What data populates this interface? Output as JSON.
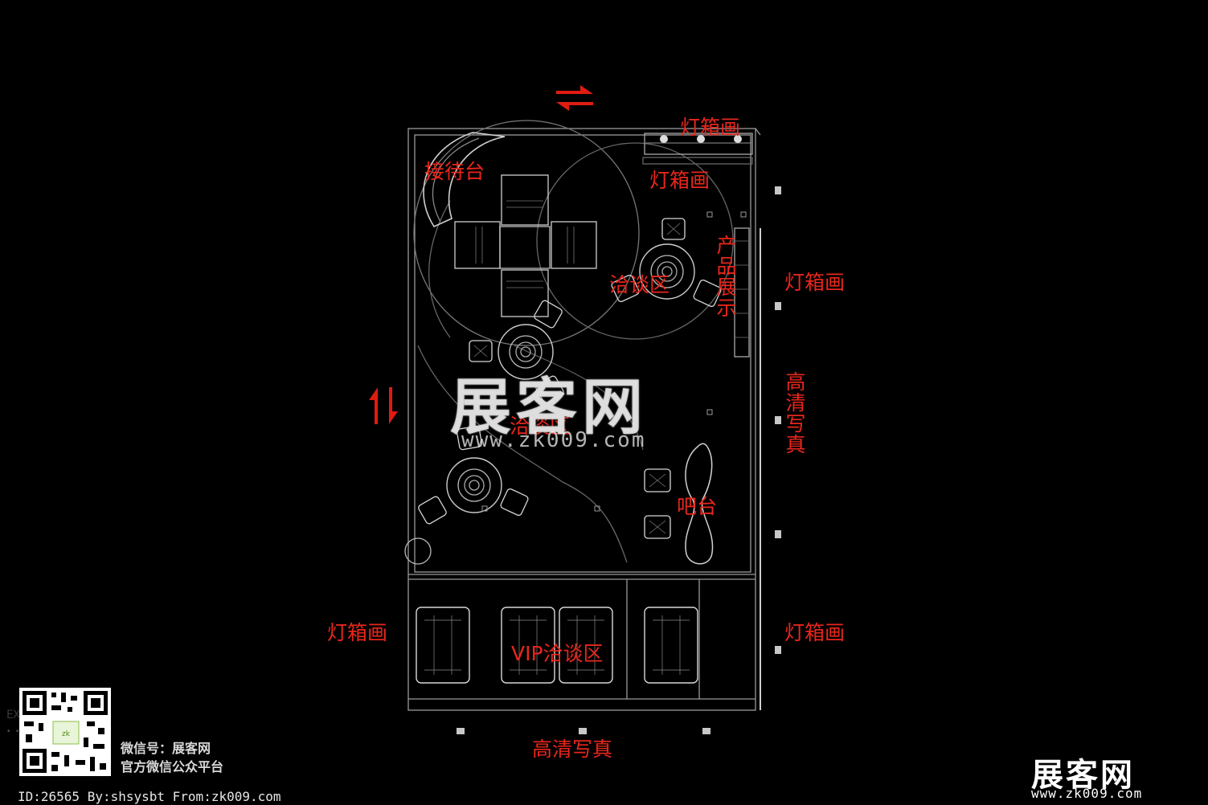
{
  "labels": {
    "reception": "接待台",
    "lightbox_top_right": "灯箱画",
    "lightbox_top_inner": "灯箱画",
    "lightbox_right_upper": "灯箱画",
    "lightbox_right_lower": "灯箱画",
    "lightbox_left_lower": "灯箱画",
    "product_display": "产品展示",
    "negotiation_upper": "洽谈区",
    "negotiation_middle": "洽谈区",
    "hd_photo_right": "高清写真",
    "hd_photo_bottom": "高清写真",
    "bar": "吧台",
    "vip_negotiation": "VIP洽谈区"
  },
  "watermark": {
    "brand": "展客网",
    "url": "www.zk009.com"
  },
  "wechat": {
    "account": "微信号：展客网",
    "platform": "官方微信公众平台"
  },
  "footer": {
    "info": "ID:26565 By:shsysbt From:zk009.com"
  },
  "logo": {
    "brand": "展客网",
    "url": "www.zk009.com"
  },
  "colors": {
    "background": "#000000",
    "linework": "#bfbfbf",
    "annotation": "#e8261c"
  }
}
